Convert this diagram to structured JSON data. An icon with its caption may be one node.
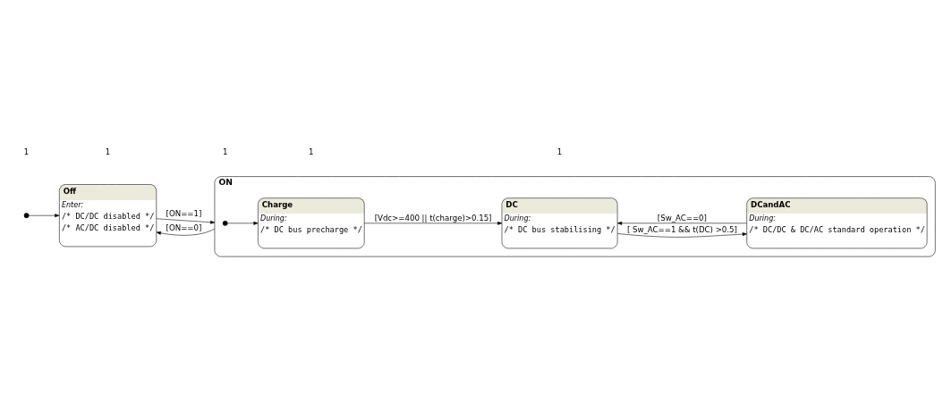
{
  "diagram": {
    "nodes": [
      {
        "text": [],
        "shape": "circle"
      },
      {
        "text": [
          "Off",
          "Enter:",
          "/* DC/DC disabled */",
          "/* AC/DC disabled */"
        ]
      },
      {
        "text": [
          "ON"
        ]
      },
      {
        "text": [],
        "shape": "circle",
        "in": 2
      },
      {
        "text": [
          "Charge",
          "During:",
          "/* DC bus precharge */"
        ],
        "in": 2
      },
      {
        "text": [
          "DC",
          "During:",
          "/* DC bus stabilising */"
        ],
        "in": 2
      },
      {
        "text": [
          "DCandAC",
          "During:",
          "/* DC/DC & DC/AC standard operation */"
        ],
        "in": 2
      }
    ],
    "edges": [
      {
        "from": 0,
        "to": 1,
        "arrow": "to"
      },
      {
        "from": 1,
        "to": 2,
        "arrow": "to",
        "label": "[ON==1]"
      },
      {
        "from": 2,
        "to": 1,
        "arrow": "to",
        "label": "[ON==0]"
      },
      {
        "from": 3,
        "to": 4,
        "arrow": "to"
      },
      {
        "from": 4,
        "to": 5,
        "arrow": "to",
        "label": "[Vdc>=400 || t(charge)>0.15]"
      },
      {
        "from": 5,
        "to": 6,
        "arrow": "to",
        "label": "[ Sw_AC==1 && t(DC) >0.5]"
      },
      {
        "from": 6,
        "to": 5,
        "arrow": "to",
        "label": "[Sw_AC==0]"
      }
    ],
    "labels": [
      "1",
      "1",
      "1",
      "1",
      "1"
    ]
  }
}
